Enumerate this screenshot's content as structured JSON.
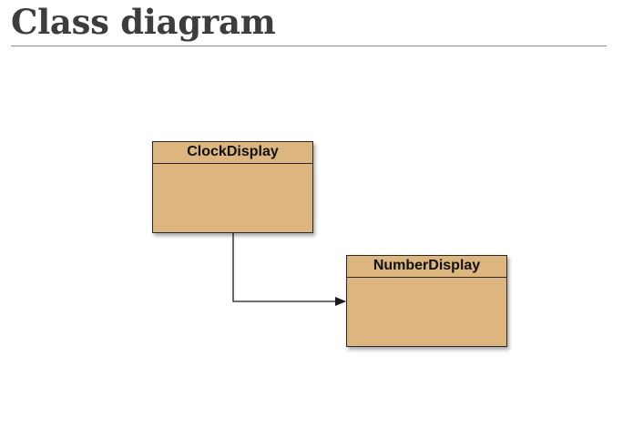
{
  "page": {
    "title": "Class diagram"
  },
  "diagram": {
    "classes": [
      {
        "name": "ClockDisplay"
      },
      {
        "name": "NumberDisplay"
      }
    ],
    "relations": [
      {
        "from": "ClockDisplay",
        "to": "NumberDisplay",
        "type": "association",
        "arrow": "filled"
      }
    ],
    "colors": {
      "class_fill": "#dcb57f",
      "class_border": "#2a2a2a",
      "connector": "#1a1a1a",
      "title_text": "#3d3d3d",
      "rule": "#8e8e8e"
    }
  }
}
